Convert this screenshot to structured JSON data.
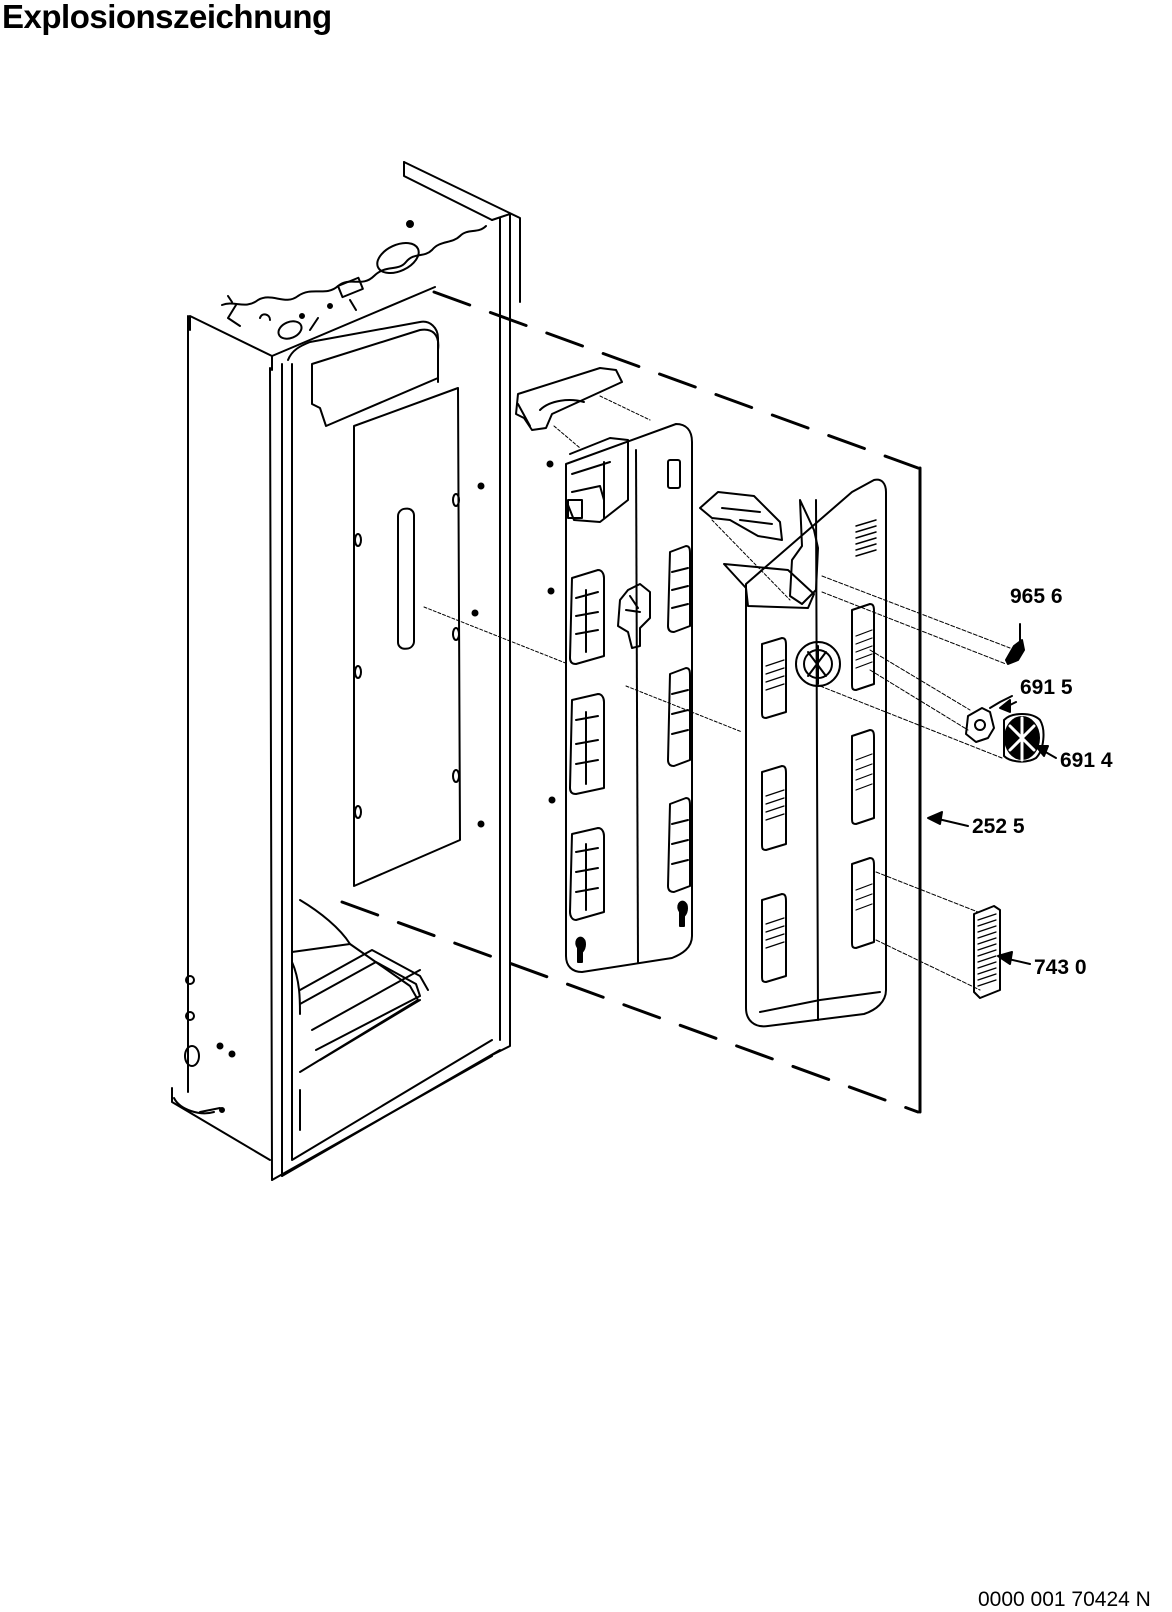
{
  "page": {
    "title": "Explosionszeichnung",
    "document_number": "0000 001 70424 N"
  },
  "callouts": [
    {
      "id": "c1",
      "label": "965 6"
    },
    {
      "id": "c2",
      "label": "691 5"
    },
    {
      "id": "c3",
      "label": "691 4"
    },
    {
      "id": "c4",
      "label": "252 5"
    },
    {
      "id": "c5",
      "label": "743 0"
    }
  ]
}
